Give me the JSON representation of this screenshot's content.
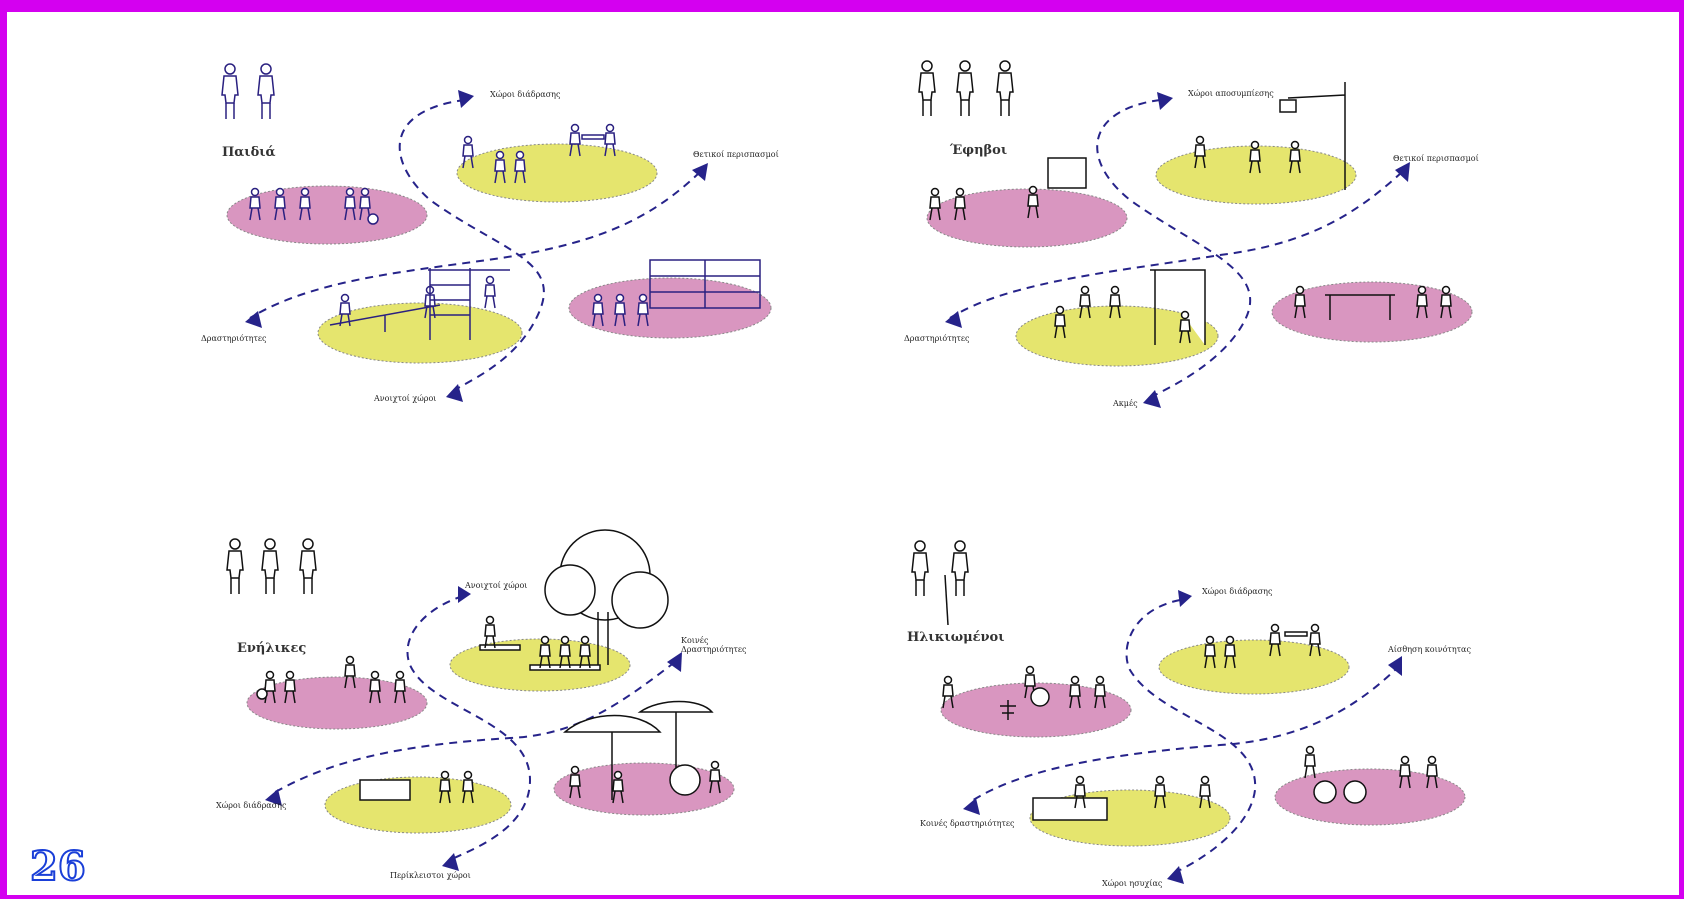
{
  "page_number": "26",
  "colors": {
    "frame": "#d400f0",
    "yellow": "#e5e56e",
    "pink": "#d996c0",
    "path": "#26238a",
    "page_number": "#1a3fd8"
  },
  "panels": {
    "children": {
      "title": "Παιδιά",
      "labels": [
        "Χώροι διάδρασης",
        "Θετικοί περισπασμοί",
        "Δραστηριότητες",
        "Ανοιχτοί χώροι"
      ]
    },
    "teens": {
      "title": "Έφηβοι",
      "labels": [
        "Χώροι αποσυμπίεσης",
        "Θετικοί περισπασμοί",
        "Δραστηριότητες",
        "Ακμές"
      ]
    },
    "adults": {
      "title": "Ενήλικες",
      "labels": [
        "Ανοιχτοί χώροι",
        "Κοινές",
        "Δραστηριότητες",
        "Χώροι διάδρασης",
        "Περίκλειστοι χώροι"
      ]
    },
    "elderly": {
      "title": "Ηλικιωμένοι",
      "labels": [
        "Χώροι διάδρασης",
        "Αίσθηση κοινότητας",
        "Κοινές δραστηριότητες",
        "Χώροι ησυχίας"
      ]
    }
  },
  "icons": [
    "people-figure-icon",
    "seesaw-icon",
    "bookshelf-icon",
    "basketball-hoop-icon",
    "whiteboard-icon",
    "bus-shelter-icon",
    "ping-pong-table-icon",
    "tree-icon",
    "umbrella-icon",
    "bench-icon",
    "table-chairs-icon"
  ]
}
